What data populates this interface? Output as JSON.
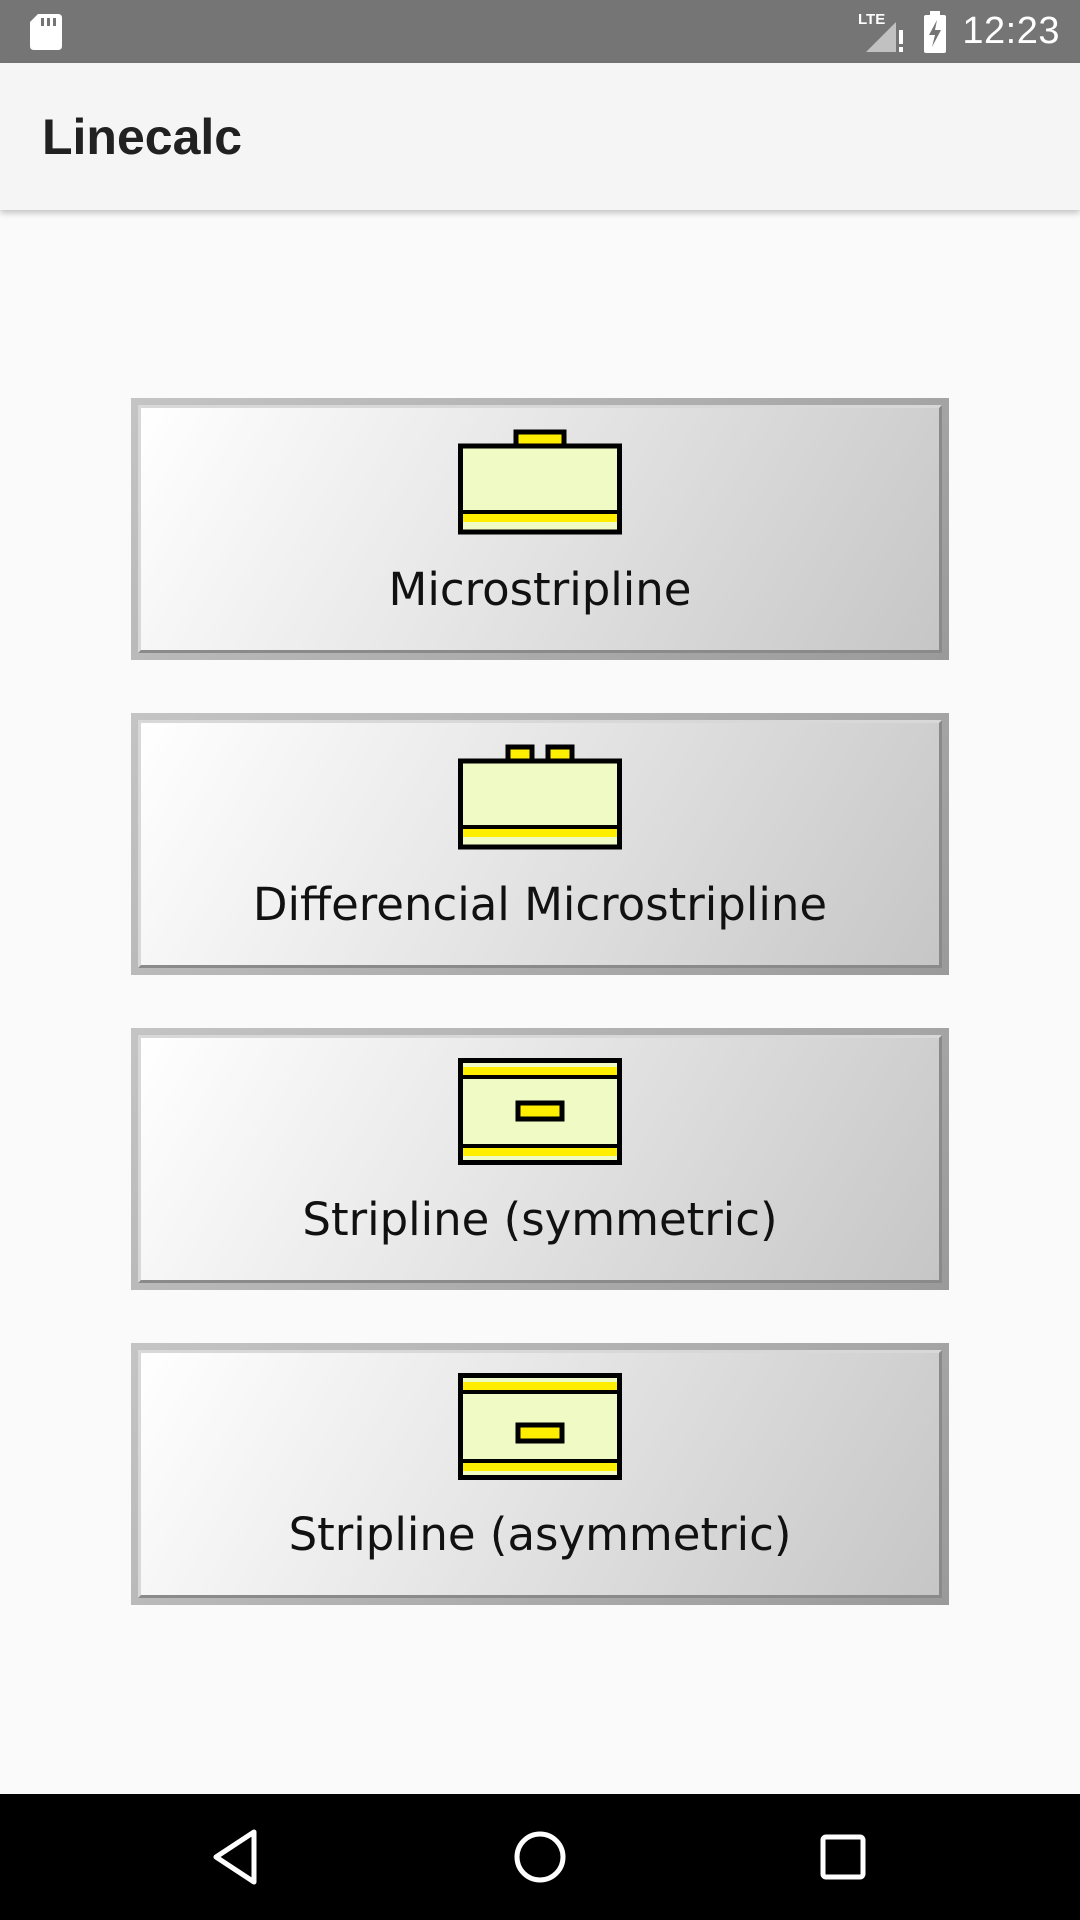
{
  "status_bar": {
    "time": "12:23",
    "network_label": "LTE",
    "icons": [
      "sd-card-icon",
      "signal-icon",
      "battery-charging-icon"
    ]
  },
  "app_bar": {
    "title": "Linecalc"
  },
  "menu": [
    {
      "label": "Microstripline",
      "icon": "microstrip-icon"
    },
    {
      "label": "Differencial Microstripline",
      "icon": "differential-microstrip-icon"
    },
    {
      "label": "Stripline (symmetric)",
      "icon": "stripline-symmetric-icon"
    },
    {
      "label": "Stripline (asymmetric)",
      "icon": "stripline-asymmetric-icon"
    }
  ],
  "nav_bar": {
    "buttons": [
      "back-icon",
      "home-icon",
      "recents-icon"
    ]
  },
  "colors": {
    "substrate": "#f0fac4",
    "conductor": "#ffee00",
    "outline": "#000000",
    "status_bar": "#757575",
    "app_bar": "#f5f5f5"
  }
}
